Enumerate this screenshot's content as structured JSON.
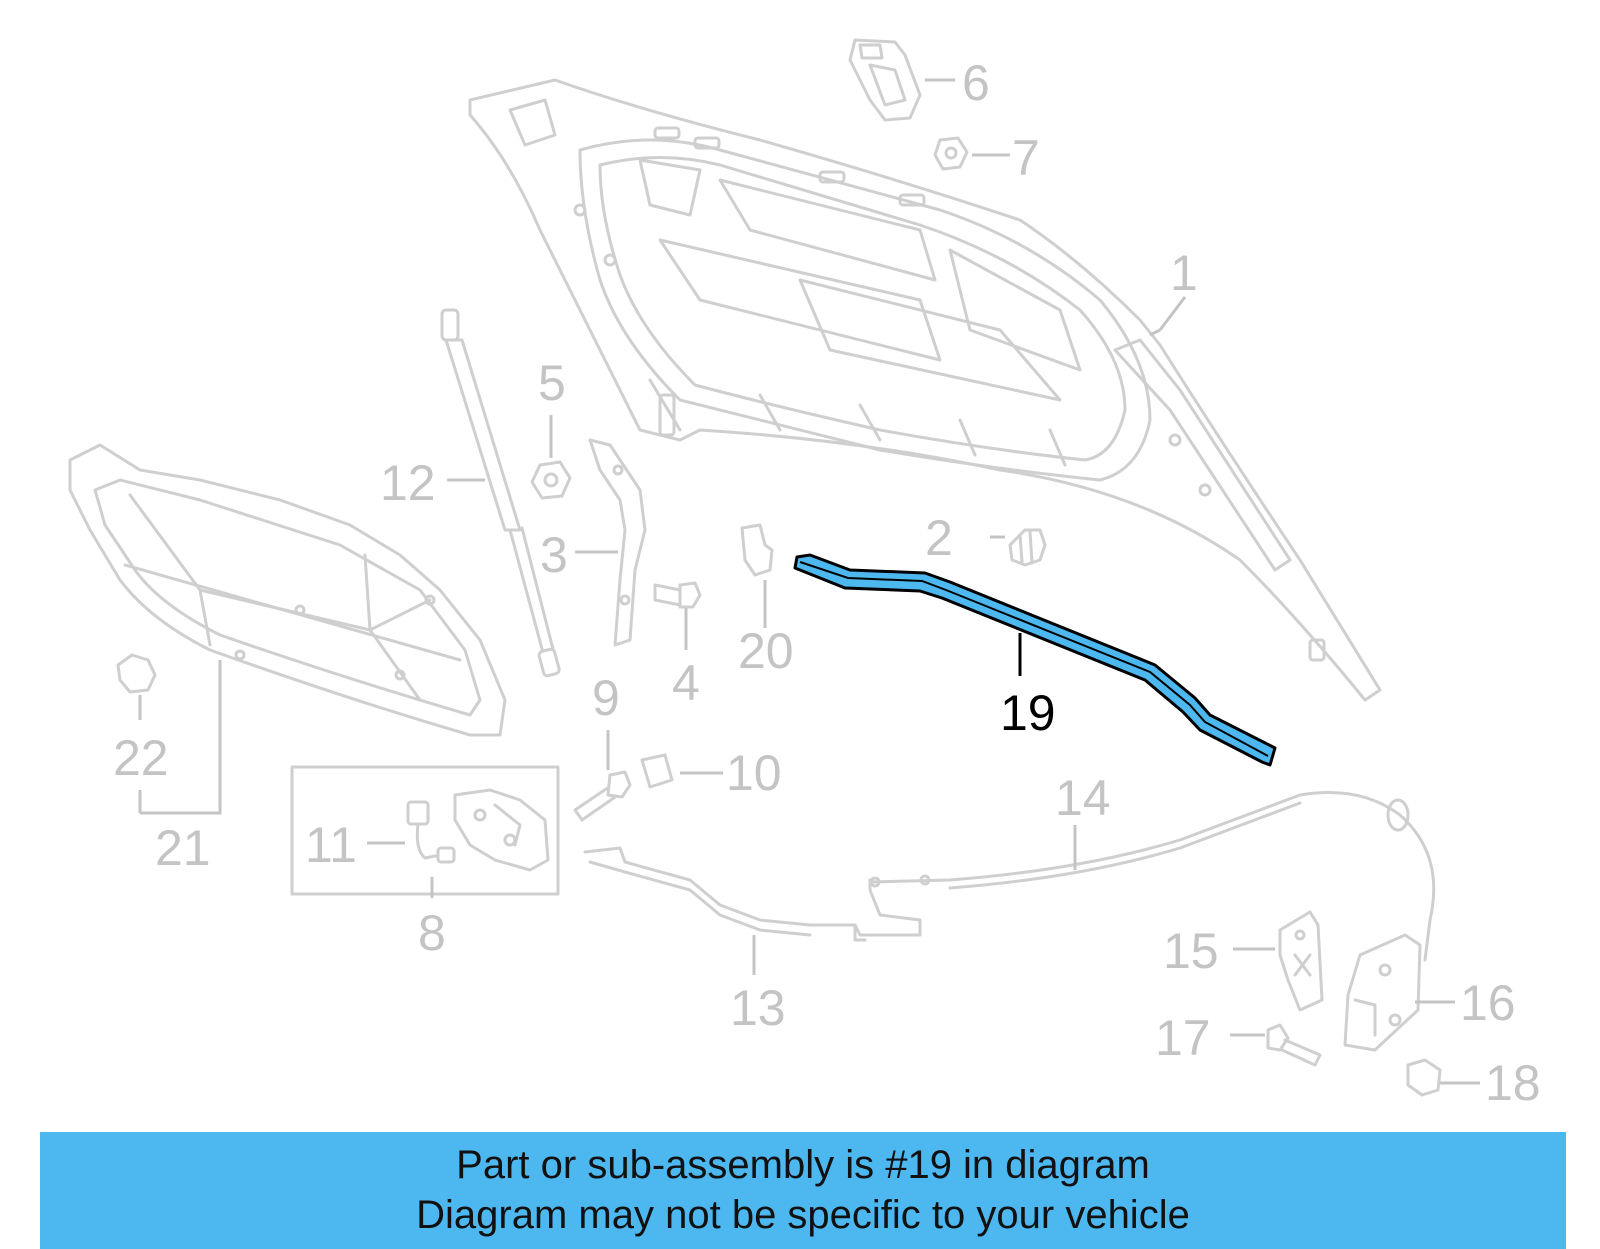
{
  "diagram": {
    "labels": [
      {
        "id": "1",
        "text": "1"
      },
      {
        "id": "2",
        "text": "2"
      },
      {
        "id": "3",
        "text": "3"
      },
      {
        "id": "4",
        "text": "4"
      },
      {
        "id": "5",
        "text": "5"
      },
      {
        "id": "6",
        "text": "6"
      },
      {
        "id": "7",
        "text": "7"
      },
      {
        "id": "8",
        "text": "8"
      },
      {
        "id": "9",
        "text": "9"
      },
      {
        "id": "10",
        "text": "10"
      },
      {
        "id": "11",
        "text": "11"
      },
      {
        "id": "12",
        "text": "12"
      },
      {
        "id": "13",
        "text": "13"
      },
      {
        "id": "14",
        "text": "14"
      },
      {
        "id": "15",
        "text": "15"
      },
      {
        "id": "16",
        "text": "16"
      },
      {
        "id": "17",
        "text": "17"
      },
      {
        "id": "18",
        "text": "18"
      },
      {
        "id": "19",
        "text": "19"
      },
      {
        "id": "20",
        "text": "20"
      },
      {
        "id": "21",
        "text": "21"
      },
      {
        "id": "22",
        "text": "22"
      }
    ],
    "highlighted_part": "19",
    "colors": {
      "highlight_fill": "#4db8f0",
      "highlight_stroke": "#000000",
      "part_line": "#cfcfcf",
      "label": "#c4c4c4"
    }
  },
  "banner": {
    "line1": "Part or sub-assembly is #19 in diagram",
    "line2": "Diagram may not be specific to your vehicle",
    "background": "#4db8f0"
  }
}
